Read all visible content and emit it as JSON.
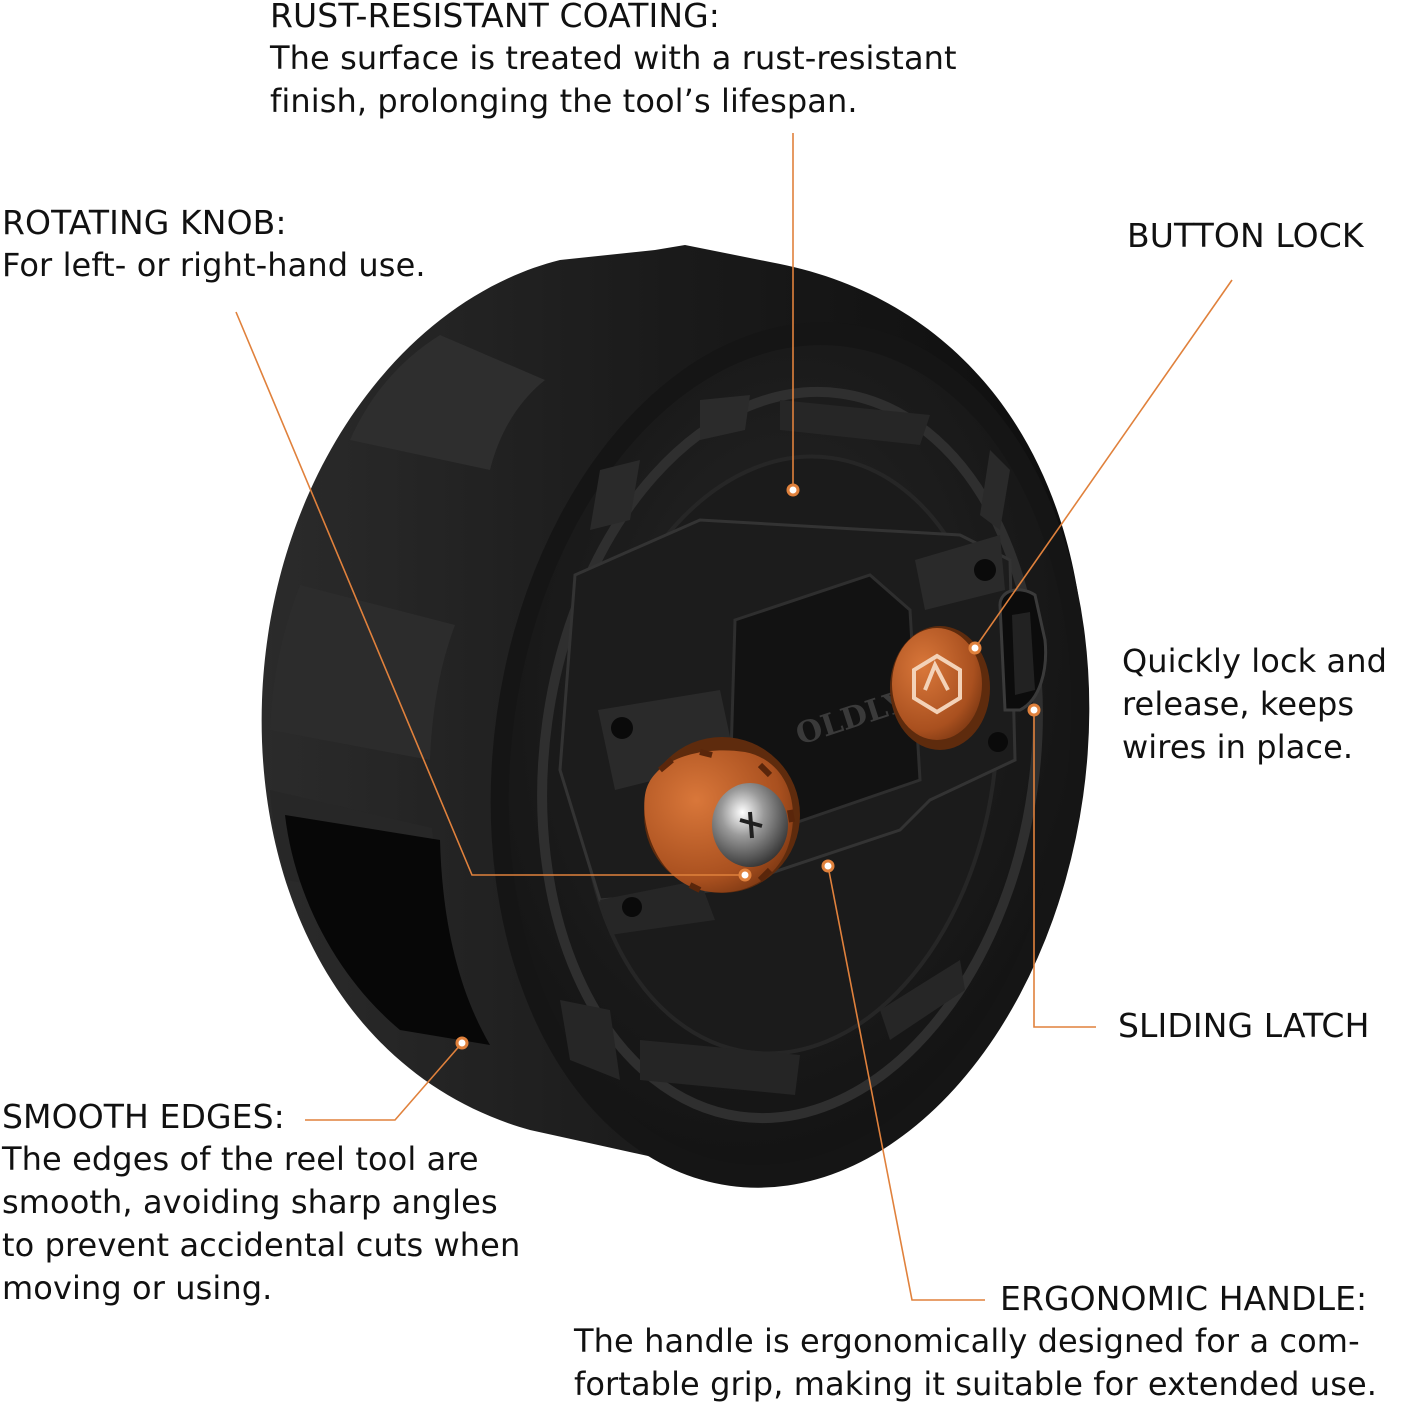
{
  "product": {
    "brand_mark": "OLDLY"
  },
  "callouts": {
    "rust_coating": {
      "title": "RUST-RESISTANT COATING:",
      "lines": [
        "The surface is treated with a rust-resistant",
        "finish, prolonging the tool’s lifespan."
      ]
    },
    "rotating_knob": {
      "title": "ROTATING KNOB:",
      "lines": [
        "For left- or right-hand use."
      ]
    },
    "button_lock": {
      "title": "BUTTON LOCK"
    },
    "quick_lock": {
      "lines": [
        "Quickly lock and",
        "release, keeps",
        "wires in place."
      ]
    },
    "sliding_latch": {
      "title": "SLIDING LATCH"
    },
    "smooth_edges": {
      "title": "SMOOTH EDGES:",
      "lines": [
        "The edges of the reel tool are",
        "smooth, avoiding sharp angles",
        "to prevent accidental cuts when",
        "moving or using."
      ]
    },
    "ergonomic_handle": {
      "title": "ERGONOMIC HANDLE:",
      "lines": [
        "The handle is ergonomically designed for a com-",
        "fortable grip, making it suitable for extended use."
      ]
    }
  },
  "colors": {
    "accent": "#e0813c",
    "body": "#1e1e1e",
    "text": "#111111"
  }
}
